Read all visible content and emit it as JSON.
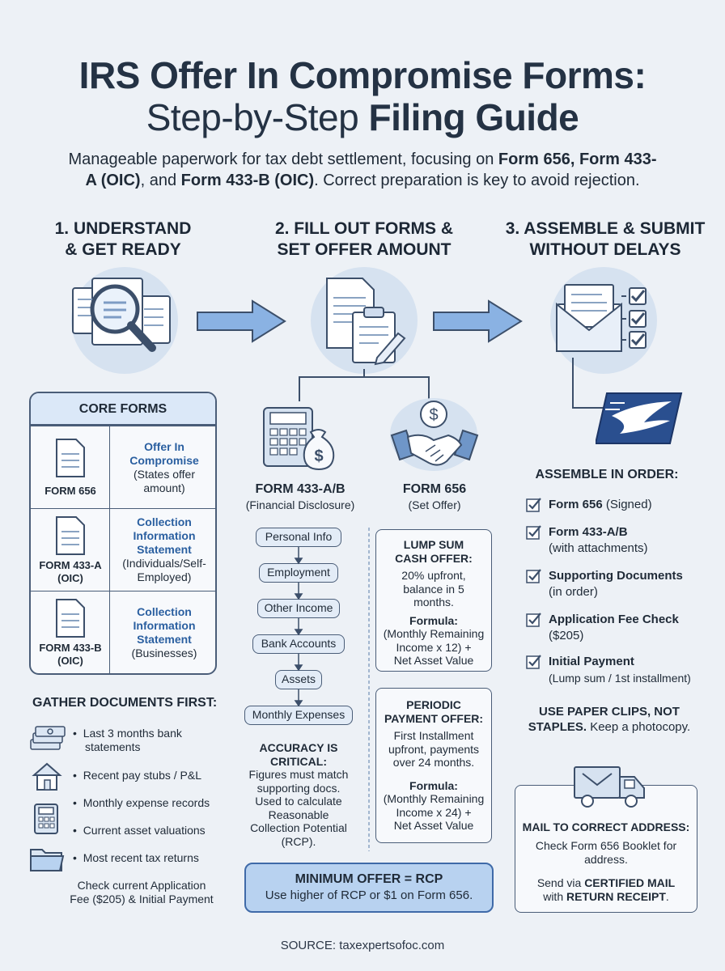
{
  "title": {
    "line1": "IRS Offer In Compromise Forms:",
    "line2_light": "Step-by-Step ",
    "line2_bold": "Filing Guide"
  },
  "subtitle": {
    "line1_a": "Manageable paperwork for tax debt settlement, focusing on ",
    "line1_b": "Form 656, Form 433-",
    "line2_a": "A (OIC)",
    "line2_b": ", and ",
    "line2_c": "Form 433-B (OIC)",
    "line2_d": ". Correct preparation is key to avoid rejection."
  },
  "steps": [
    {
      "line1": "1. UNDERSTAND",
      "line2": "& GET READY"
    },
    {
      "line1": "2. FILL OUT FORMS &",
      "line2": "SET OFFER AMOUNT"
    },
    {
      "line1": "3. ASSEMBLE & SUBMIT",
      "line2": "WITHOUT DELAYS"
    }
  ],
  "core_forms": {
    "title": "CORE FORMS",
    "rows": [
      {
        "form": "FORM 656",
        "form_line2": "",
        "desc_blue": [
          "Offer In",
          "Compromise"
        ],
        "desc": [
          "(States offer",
          "amount)"
        ]
      },
      {
        "form": "FORM 433-A",
        "form_line2": "(OIC)",
        "desc_blue": [
          "Collection",
          "Information",
          "Statement"
        ],
        "desc": [
          "(Individuals/Self-",
          "Employed)"
        ]
      },
      {
        "form": "FORM 433-B",
        "form_line2": "(OIC)",
        "desc_blue": [
          "Collection",
          "Information",
          "Statement"
        ],
        "desc": [
          "(Businesses)"
        ]
      }
    ]
  },
  "gather": {
    "title": "GATHER DOCUMENTS FIRST:",
    "items": [
      {
        "icon": "money-stack-icon",
        "text1": "Last 3 months bank",
        "text2": "statements"
      },
      {
        "icon": "house-icon",
        "text1": "Recent pay stubs / P&L",
        "text2": ""
      },
      {
        "icon": "calculator-icon",
        "text1": "Monthly expense records",
        "text2": ""
      },
      {
        "icon": "house-icon-2",
        "text1": "Current asset valuations",
        "text2": ""
      },
      {
        "icon": "folder-icon",
        "text1": "Most recent tax returns",
        "text2": ""
      }
    ],
    "note1": "Check current Application",
    "note2": "Fee ($205) & Initial Payment"
  },
  "form433": {
    "title": "FORM 433-A/B",
    "subtitle": "(Financial Disclosure)",
    "flow": [
      "Personal Info",
      "Employment",
      "Other Income",
      "Bank Accounts",
      "Assets",
      "Monthly Expenses"
    ],
    "accuracy": [
      "ACCURACY IS",
      "CRITICAL:"
    ],
    "accuracy_text": [
      "Figures must match",
      "supporting docs.",
      "Used to calculate",
      "Reasonable",
      "Collection Potential",
      "(RCP)."
    ]
  },
  "form656": {
    "title": "FORM 656",
    "subtitle": "(Set Offer)",
    "lump": {
      "title": [
        "LUMP SUM",
        "CASH OFFER:"
      ],
      "text": [
        "20% upfront,",
        "balance in 5",
        "months."
      ],
      "formula_label": "Formula:",
      "formula": [
        "(Monthly Remaining",
        "Income x 12) +",
        "Net Asset Value"
      ]
    },
    "periodic": {
      "title": [
        "PERIODIC",
        "PAYMENT OFFER:"
      ],
      "text": [
        "First Installment",
        "upfront, payments",
        "over 24 months."
      ],
      "formula_label": "Formula:",
      "formula": [
        "(Monthly Remaining",
        "Income x 24) +",
        "Net Asset Value"
      ]
    }
  },
  "minimum": {
    "title": "MINIMUM OFFER = RCP",
    "text": "Use higher of RCP or $1 on Form 656."
  },
  "assemble": {
    "title": "ASSEMBLE IN ORDER:",
    "items": [
      {
        "bold": "Form 656",
        "rest": " (Signed)",
        "line2": ""
      },
      {
        "bold": "Form 433-A/B",
        "rest": "",
        "line2": "(with attachments)"
      },
      {
        "bold": "Supporting Documents",
        "rest": "",
        "line2": "(in order)"
      },
      {
        "bold": "Application Fee Check",
        "rest": "",
        "line2": "($205)"
      },
      {
        "bold": "Initial Payment",
        "rest": "",
        "line2": "(Lump sum / 1st installment)"
      }
    ],
    "clips_bold": "USE PAPER CLIPS, NOT",
    "clips_bold2": "STAPLES.",
    "clips_rest": " Keep a photocopy."
  },
  "mail": {
    "title": "MAIL TO CORRECT ADDRESS:",
    "text1": "Check Form 656 Booklet for",
    "text2": "address.",
    "send_a": "Send via ",
    "send_b": "CERTIFIED MAIL",
    "with_a": "with ",
    "with_b": "RETURN RECEIPT",
    "with_c": "."
  },
  "source": "SOURCE: taxexpertsofoc.com",
  "colors": {
    "accent": "#2a5fa0",
    "highlight": "#b8d2f0",
    "line": "#4a5d78",
    "circle": "#d6e2f0"
  }
}
